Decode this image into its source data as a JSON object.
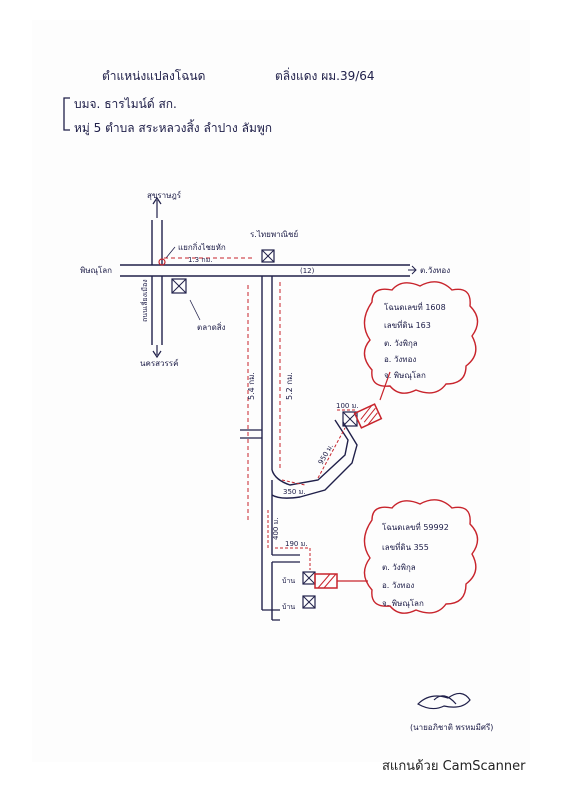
{
  "header": {
    "line1_left": "ตำแหน่งแปลงโฉนด",
    "line1_right": "ตลิ่งแดง ผม.39/64",
    "line2": "บมจ. ธารไมน์ด์ สก.",
    "line3": "หมู่ 5 ตำบล สระหลวงสิ้ง ลำปาง ลัมพูก"
  },
  "labels": {
    "north_road": "สุขราษฎร์",
    "junction": "แยกกิ่งไชยหัก",
    "shop": "ร.ไทยพาณิชย์",
    "west": "พิษณุโลก",
    "east": "ต.วังทอง",
    "road_number": "(12)",
    "dist_13": "1.3 กม.",
    "dist_54": "5.4 กม.",
    "dist_52": "5.2 กม.",
    "side_road": "ถนนเลี่ยงเมือง",
    "market": "ตลาดสิ่ง",
    "south_road": "นครสวรรค์",
    "d100": "100 ม.",
    "d950": "950 ม.",
    "d350": "350 ม.",
    "d400": "400 ม.",
    "d190": "190 ม.",
    "house1": "บ้าน",
    "house2": "บ้าน"
  },
  "cloud1": {
    "title": "โฉนดเลขที่ 1608",
    "land_no": "เลขที่ดิน 163",
    "tambon": "ต. วังพิกุล",
    "amphoe": "อ. วังทอง",
    "province": "จ. พิษณุโลก"
  },
  "cloud2": {
    "title": "โฉนดเลขที่ 59992",
    "land_no": "เลขที่ดิน 355",
    "tambon": "ต. วังพิกุล",
    "amphoe": "อ. วังทอง",
    "province": "จ. พิษณุโลก"
  },
  "signature": {
    "name": "(นายอภิชาติ พรหมมีศรี)"
  },
  "scanner": "สแกนด้วย CamScanner"
}
